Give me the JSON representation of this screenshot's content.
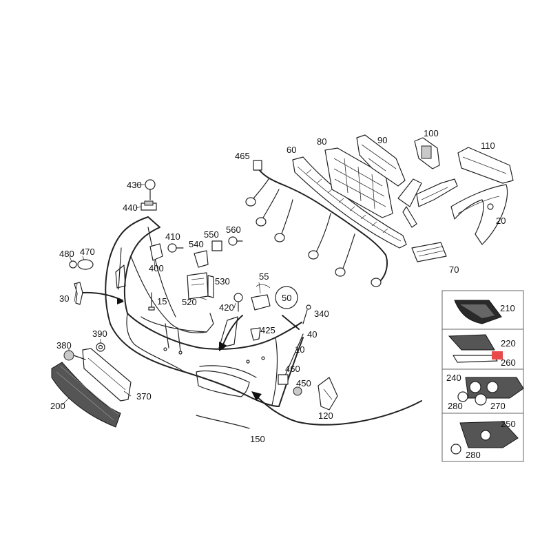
{
  "diagram": {
    "callouts": {
      "p10": "10",
      "p15": "15",
      "p20": "20",
      "p30": "30",
      "p40": "40",
      "p50": "50",
      "p55": "55",
      "p60": "60",
      "p70": "70",
      "p80": "80",
      "p90": "90",
      "p100": "100",
      "p110": "110",
      "p120": "120",
      "p150": "150",
      "p200": "200",
      "p210": "210",
      "p220": "220",
      "p240": "240",
      "p250": "250",
      "p260": "260",
      "p270": "270",
      "p280a": "280",
      "p280b": "280",
      "p340": "340",
      "p370": "370",
      "p380": "380",
      "p390": "390",
      "p400": "400",
      "p410": "410",
      "p420": "420",
      "p425": "425",
      "p430": "430",
      "p440": "440",
      "p450": "450",
      "p460": "460",
      "p465": "465",
      "p470": "470",
      "p480": "480",
      "p520": "520",
      "p530": "530",
      "p540": "540",
      "p550": "550",
      "p560": "560"
    },
    "colors": {
      "line": "#222222",
      "highlight": "#e84a4a",
      "panel": "#ffffff"
    }
  }
}
